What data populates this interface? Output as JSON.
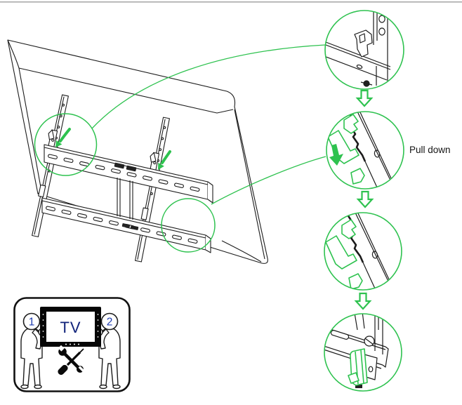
{
  "page": {
    "background": "#ffffff",
    "top_rule_color": "#a9a9a9"
  },
  "colors": {
    "accent_green": "#2ec24f",
    "line": "#1c1c1c"
  },
  "callouts": {
    "pull_down_label": "Pull down"
  },
  "lift_box": {
    "tv_label": "TV",
    "person_left_number": "1",
    "person_right_number": "2"
  },
  "icons": {
    "step_arrow": "hollow-down-arrow-icon",
    "pull_down_arrow": "solid-down-arrow-icon",
    "tools": "screwdriver-and-wrench-icon"
  }
}
